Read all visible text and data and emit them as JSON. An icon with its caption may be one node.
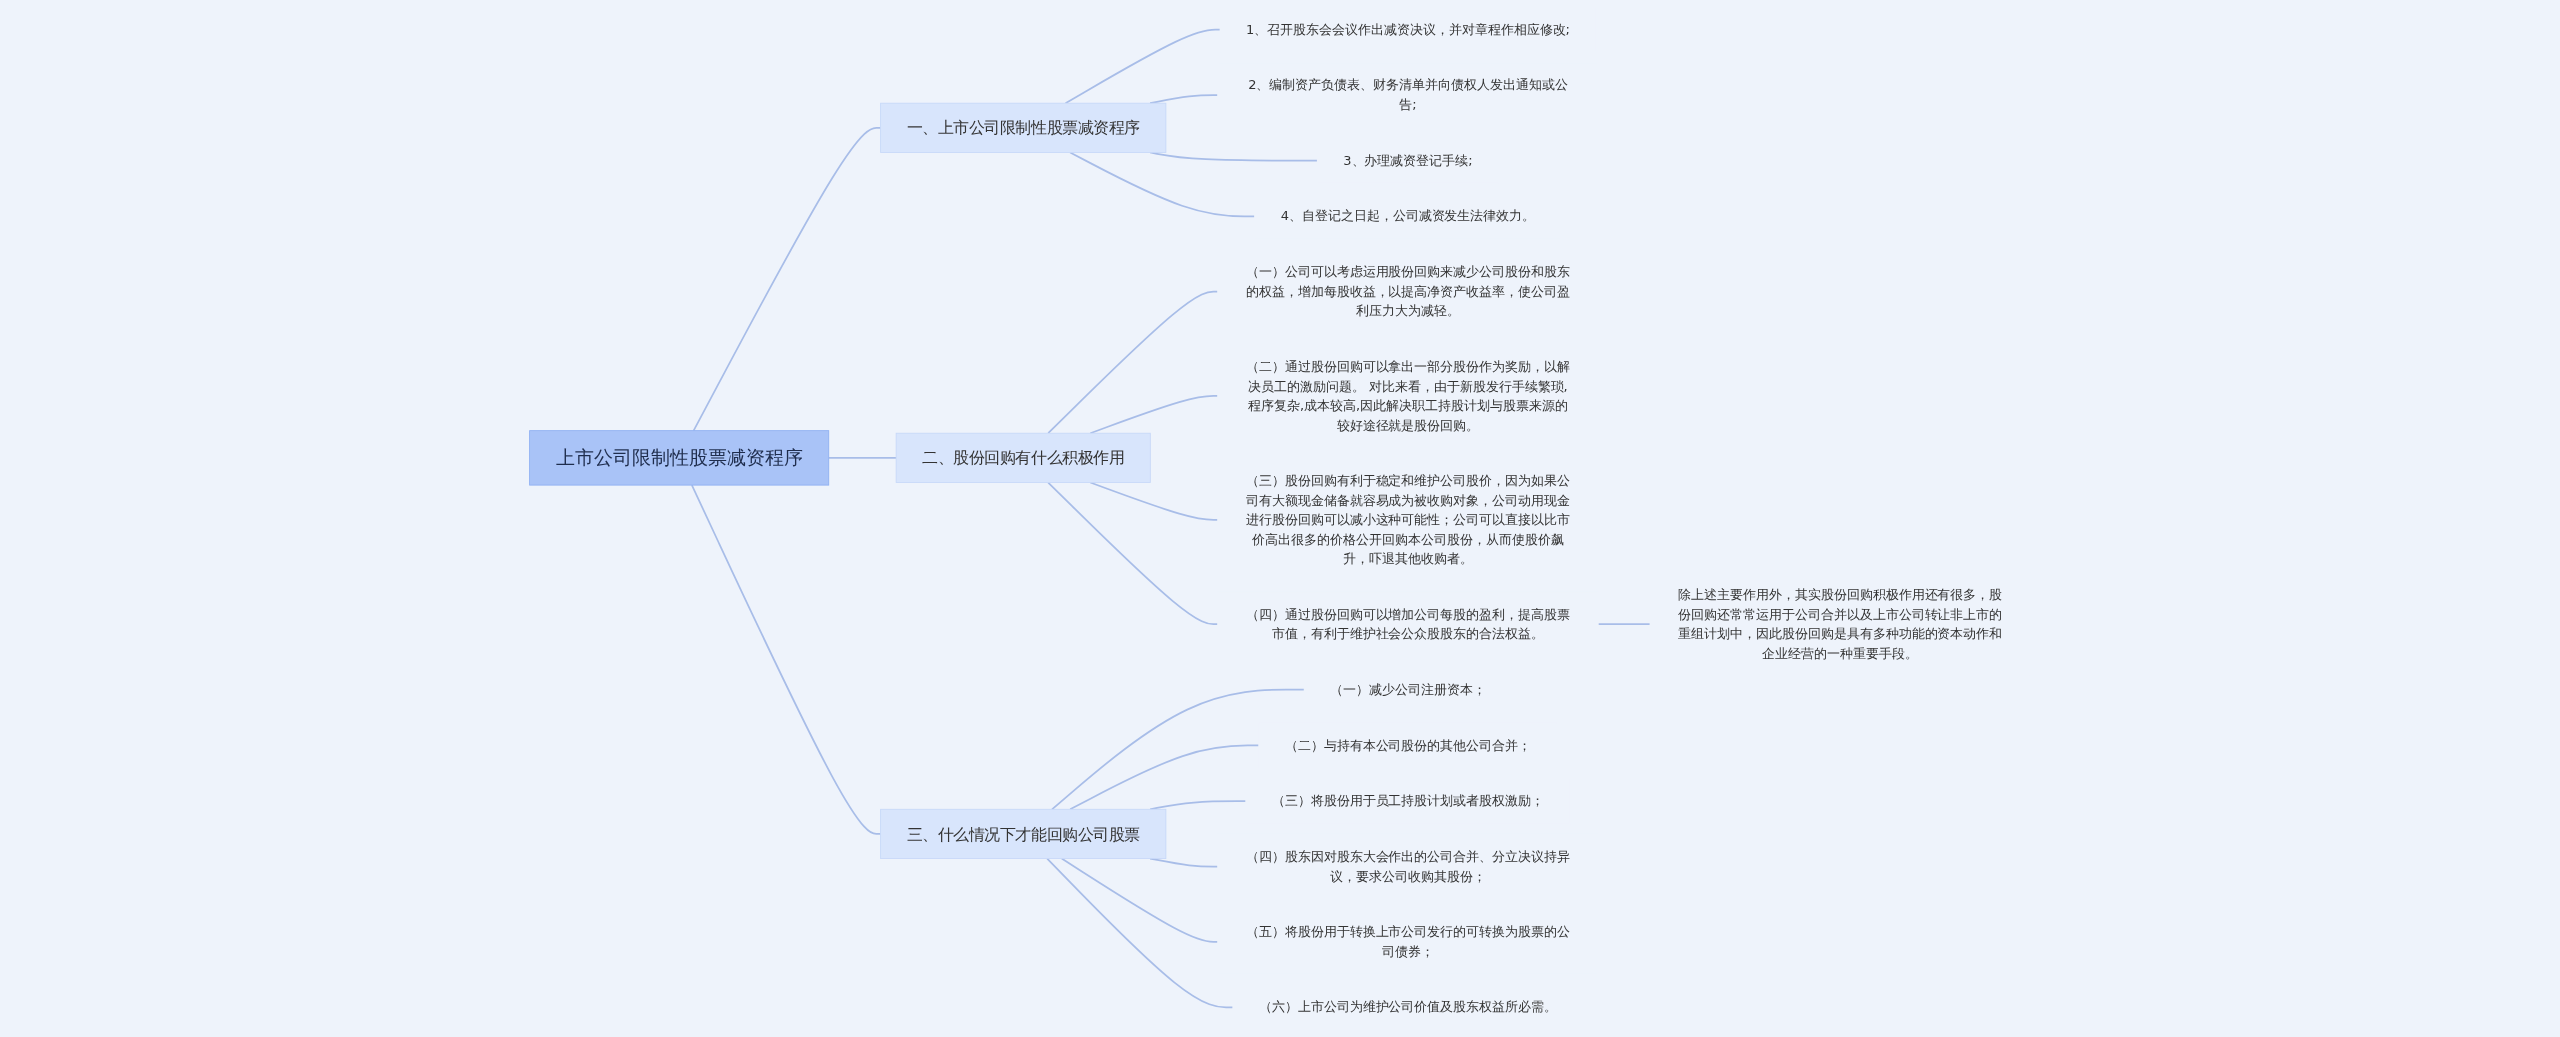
{
  "diagram": {
    "nodes": [
      {
        "text": [
          "上市公司限制性股票减资程序"
        ]
      },
      {
        "text": [
          "一、上市公司限制性股票减资程序"
        ]
      },
      {
        "text": [
          "1、召开股东会会议作出减资决议，并对章程作相应修改;"
        ]
      },
      {
        "text": [
          "2、编制资产负债表、财务清单并向债权人发出通知或公告;"
        ]
      },
      {
        "text": [
          "3、办理减资登记手续;"
        ]
      },
      {
        "text": [
          "4、自登记之日起，公司减资发生法律效力。"
        ]
      },
      {
        "text": [
          "二、股份回购有什么积极作用"
        ]
      },
      {
        "text": [
          "（一）公司可以考虑运用股份回购来减少公司股份和股东的权益，增加每股收益，以提高净资产收益率，使公司盈利压力大为减轻。"
        ]
      },
      {
        "text": [
          "（二）通过股份回购可以拿出一部分股份作为奖励，以解决员工的激励问题。 对比来看，由于新股发行手续繁琐,程序复杂,成本较高,因此解决职工持股计划与股票来源的较好途径就是股份回购。"
        ]
      },
      {
        "text": [
          "（三）股份回购有利于稳定和维护公司股价，因为如果公司有大额现金储备就容易成为被收购对象，公司动用现金进行股份回购可以减小这种可能性；公司可以直接以比市价高出很多的价格公开回购本公司股份，从而使股价飙升，吓退其他收购者。"
        ]
      },
      {
        "text": [
          "（四）通过股份回购可以增加公司每股的盈利，提高股票市值，有利于维护社会公众股股东的合法权益。"
        ]
      },
      {
        "text": [
          "除上述主要作用外，其实股份回购积极作用还有很多，股份回购还常常运用于公司合并以及上市公司转让非上市的重组计划中，因此股份回购是具有多种功能的资本动作和企业经营的一种重要手段。"
        ]
      },
      {
        "text": [
          "三、什么情况下才能回购公司股票"
        ]
      },
      {
        "text": [
          "（一）减少公司注册资本；"
        ]
      },
      {
        "text": [
          "（二）与持有本公司股份的其他公司合并；"
        ]
      },
      {
        "text": [
          "（三）将股份用于员工持股计划或者股权激励；"
        ]
      },
      {
        "text": [
          "（四）股东因对股东大会作出的公司合并、分立决议持异议，要求公司收购其股份；"
        ]
      },
      {
        "text": [
          "（五）将股份用于转换上市公司发行的可转换为股票的公司债券；"
        ]
      },
      {
        "text": [
          "（六）上市公司为维护公司价值及股东权益所必需。"
        ]
      }
    ],
    "edges": [
      {
        "from": 0,
        "to": 1,
        "arrow": "none"
      },
      {
        "from": 1,
        "to": 2,
        "arrow": "none"
      },
      {
        "from": 1,
        "to": 3,
        "arrow": "none"
      },
      {
        "from": 1,
        "to": 4,
        "arrow": "none"
      },
      {
        "from": 1,
        "to": 5,
        "arrow": "none"
      },
      {
        "from": 0,
        "to": 6,
        "arrow": "none"
      },
      {
        "from": 6,
        "to": 7,
        "arrow": "none"
      },
      {
        "from": 6,
        "to": 8,
        "arrow": "none"
      },
      {
        "from": 6,
        "to": 9,
        "arrow": "none"
      },
      {
        "from": 6,
        "to": 10,
        "arrow": "none"
      },
      {
        "from": 10,
        "to": 11,
        "arrow": "none"
      },
      {
        "from": 0,
        "to": 12,
        "arrow": "none"
      },
      {
        "from": 12,
        "to": 13,
        "arrow": "none"
      },
      {
        "from": 12,
        "to": 14,
        "arrow": "none"
      },
      {
        "from": 12,
        "to": 15,
        "arrow": "none"
      },
      {
        "from": 12,
        "to": 16,
        "arrow": "none"
      },
      {
        "from": 12,
        "to": 17,
        "arrow": "none"
      },
      {
        "from": 12,
        "to": 18,
        "arrow": "none"
      }
    ]
  }
}
